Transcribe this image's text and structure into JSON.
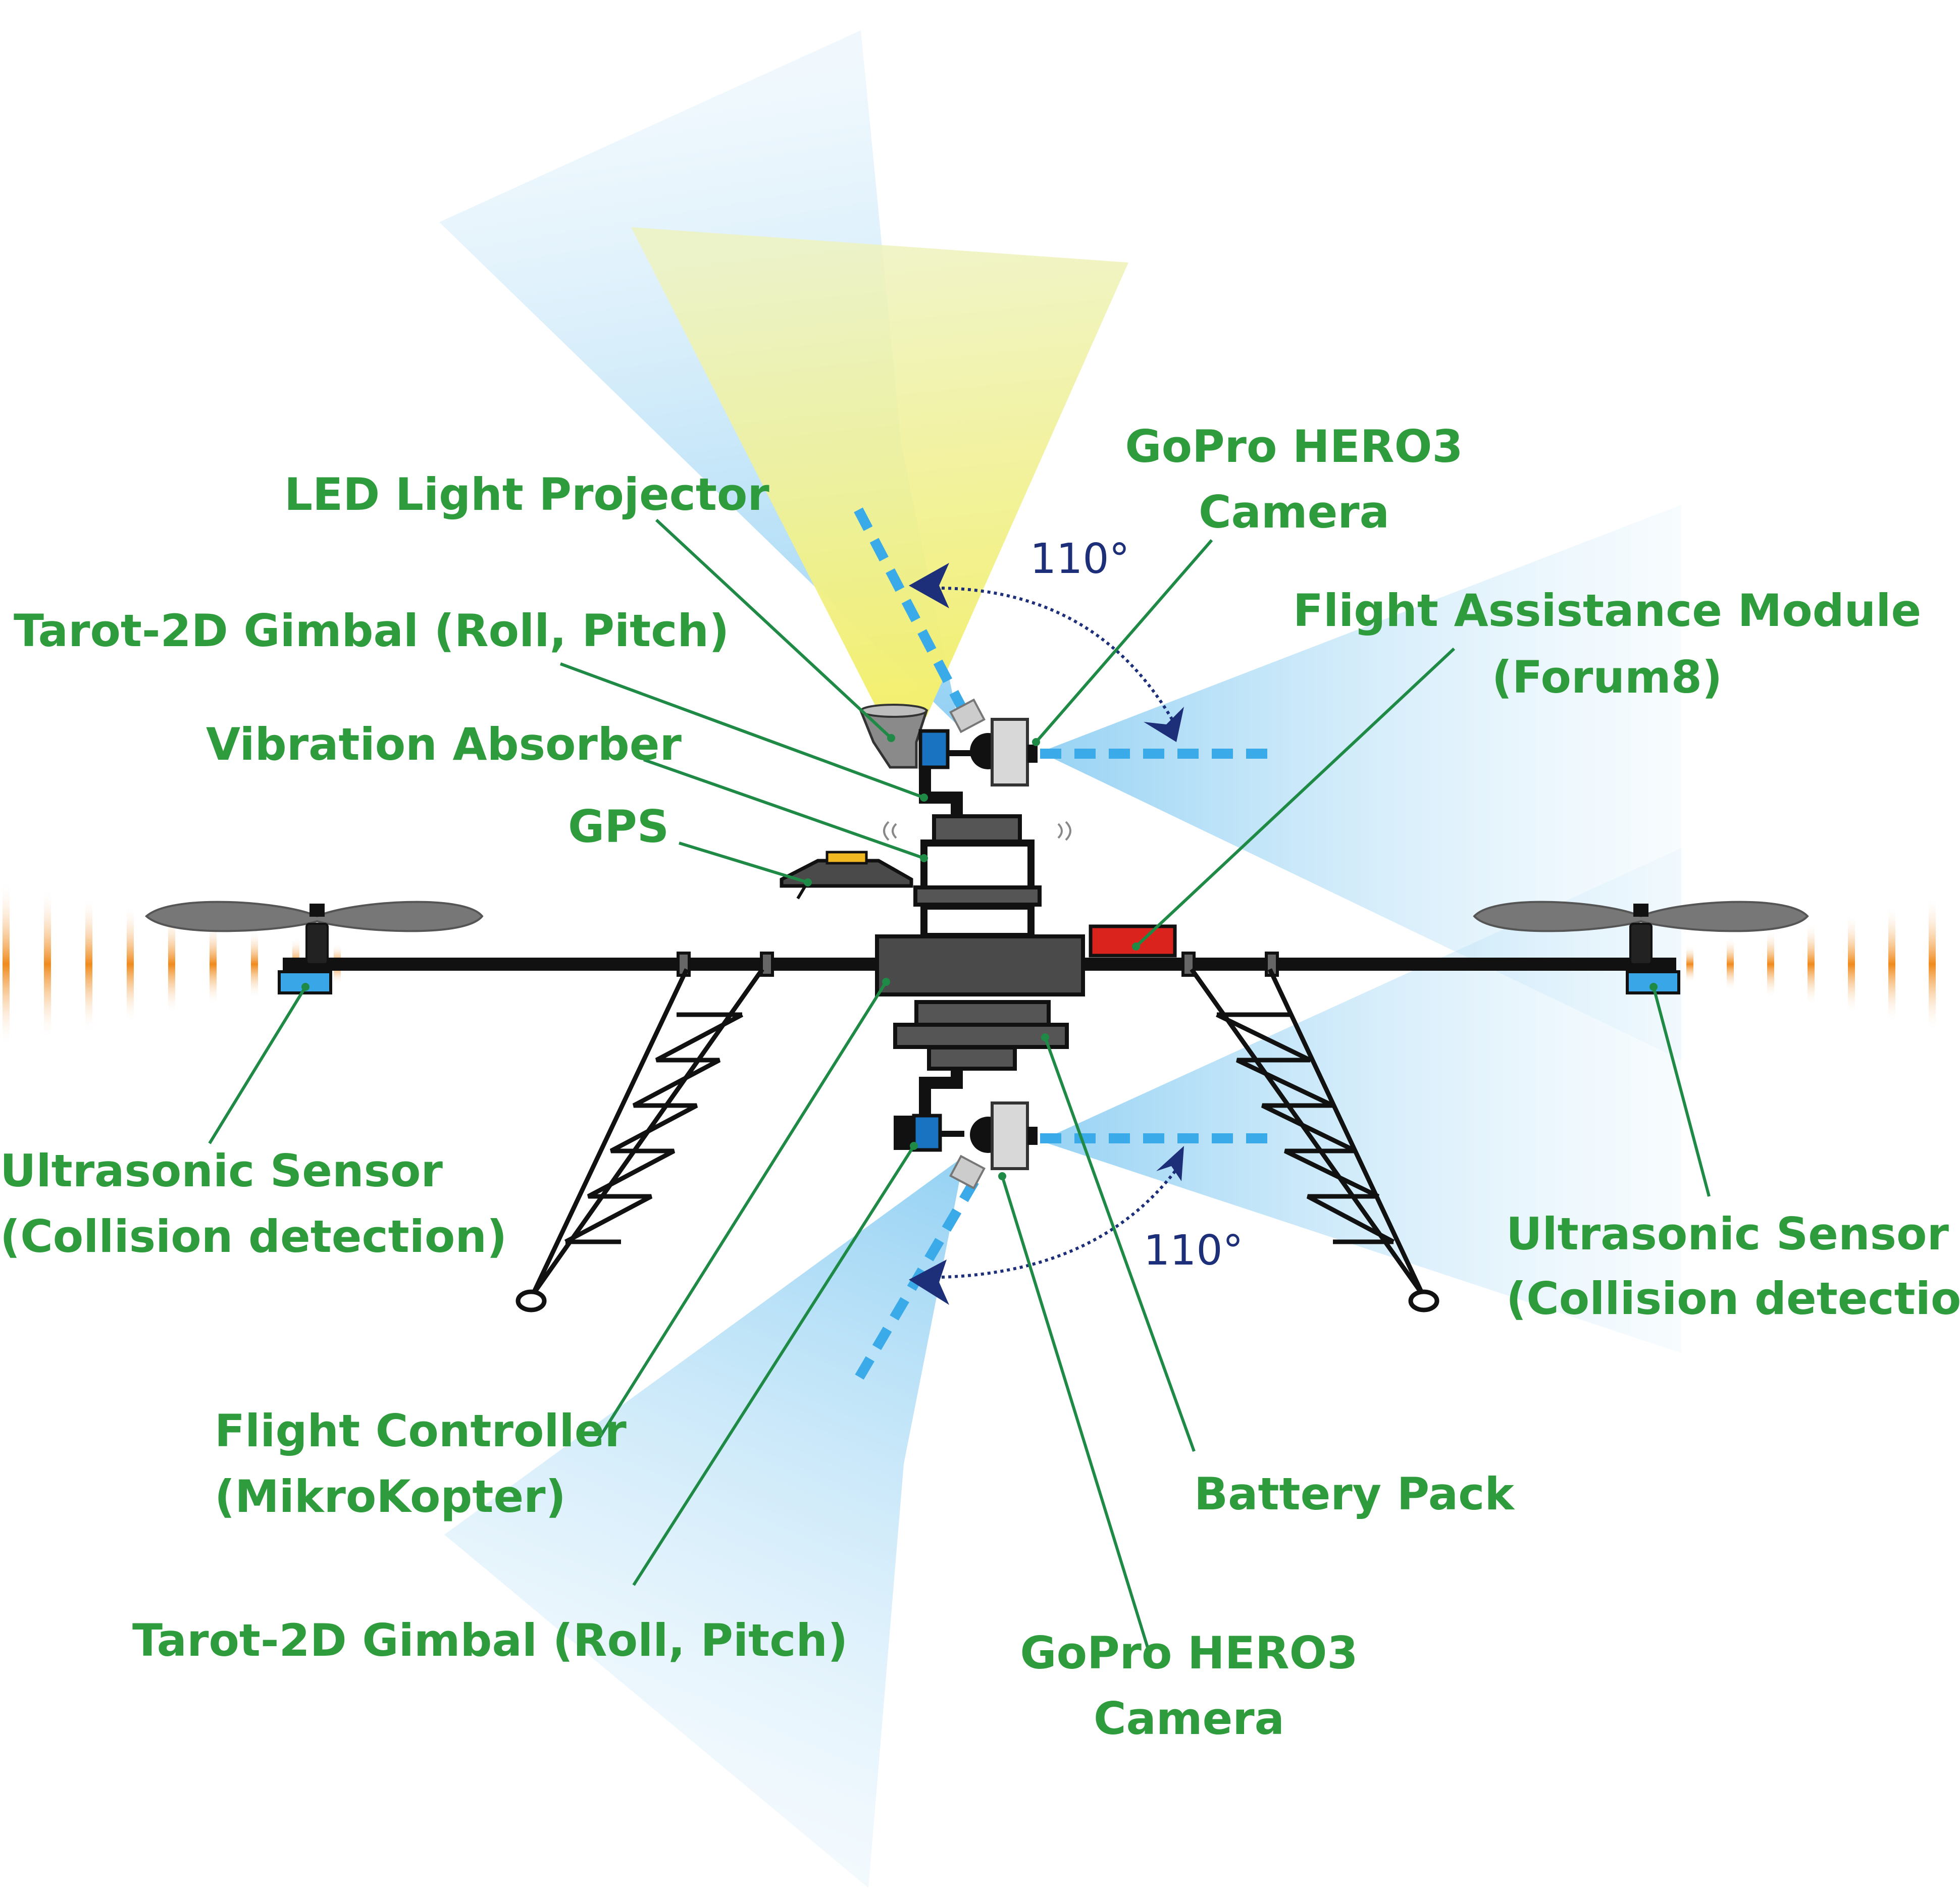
{
  "labels": {
    "led_projector": "LED Light Projector",
    "gopro_top_line1": "GoPro HERO3",
    "gopro_top_line2": "Camera",
    "gimbal_top": "Tarot-2D Gimbal (Roll, Pitch)",
    "flight_assist_line1": "Flight Assistance Module",
    "flight_assist_line2": "(Forum8)",
    "vibration_absorber": "Vibration Absorber",
    "gps": "GPS",
    "ultrasonic_left_line1": "Ultrasonic Sensor",
    "ultrasonic_left_line2": "(Collision detection)",
    "ultrasonic_right_line1": "Ultrasonic Sensor",
    "ultrasonic_right_line2": "(Collision detection)",
    "flight_controller_line1": "Flight Controller",
    "flight_controller_line2": "(MikroKopter)",
    "battery_pack": "Battery Pack",
    "gimbal_bottom": "Tarot-2D Gimbal (Roll, Pitch)",
    "gopro_bottom_line1": "GoPro HERO3",
    "gopro_bottom_line2": "Camera",
    "angle_top": "110°",
    "angle_bottom": "110°"
  },
  "colors": {
    "label_text": "#2e9b3c",
    "leader_line": "#1f8a45",
    "camera_field_of_view": "#a8d8f5",
    "light_beam": "#f3f08a",
    "ultrasonic_waves": "#f08a1c",
    "gimbal_block": "#1a73c0",
    "flight_assistance_module": "#d9231c",
    "gps_module": "#f2b822",
    "angle_text": "#1e2f7a"
  }
}
